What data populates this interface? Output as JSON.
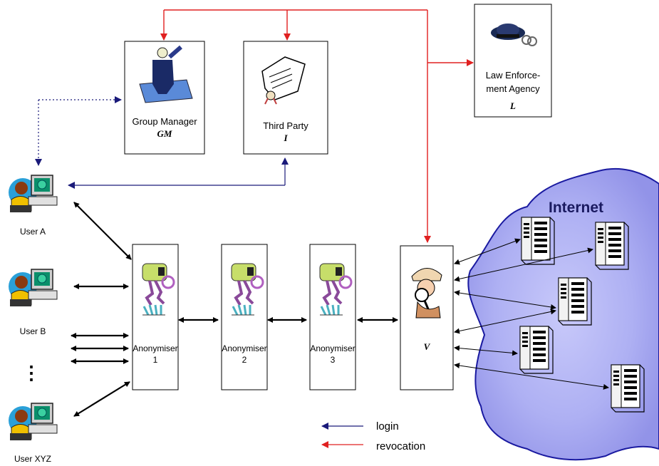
{
  "cloud": {
    "label": "Internet"
  },
  "entities": {
    "group_manager": {
      "name": "Group Manager",
      "symbol": "GM"
    },
    "third_party": {
      "name": "Third Party",
      "symbol": "I"
    },
    "law_enforcement": {
      "name_line1": "Law Enforce-",
      "name_line2": "ment Agency",
      "symbol": "L"
    },
    "verifier": {
      "symbol": "V"
    }
  },
  "anonymisers": [
    {
      "name": "Anonymiser",
      "number": "1"
    },
    {
      "name": "Anonymiser",
      "number": "2"
    },
    {
      "name": "Anonymiser",
      "number": "3"
    }
  ],
  "users": [
    {
      "label": "User A"
    },
    {
      "label": "User B"
    },
    {
      "label": "User XYZ"
    }
  ],
  "ellipsis": "⋮",
  "legend": [
    {
      "label": "login",
      "color": "#1a1a7a"
    },
    {
      "label": "revocation",
      "color": "#e02020"
    }
  ],
  "colors": {
    "cloud_fill": "#a9aaf2",
    "cloud_stroke": "#1a1aa0",
    "login": "#1a1a7a",
    "revocation": "#e02020"
  }
}
